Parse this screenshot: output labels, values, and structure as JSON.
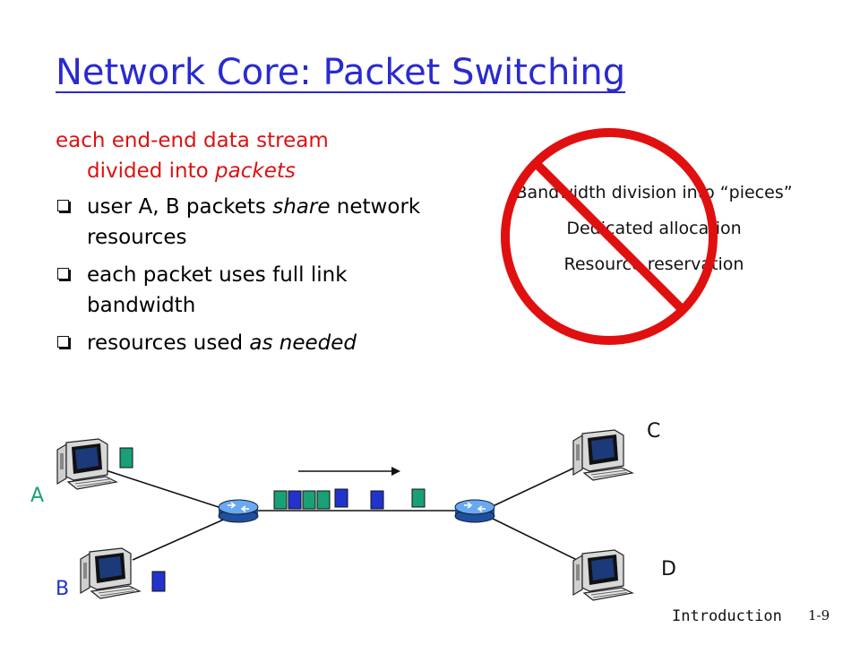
{
  "slide": {
    "title": "Network Core: Packet Switching",
    "lead_line1": "each end-end data stream",
    "lead_line2_prefix": "divided into ",
    "lead_line2_emph": "packets",
    "bullets": [
      {
        "pre": "user A, B packets ",
        "emph": "share",
        "post": " network resources"
      },
      {
        "pre": "each packet uses full link bandwidth",
        "emph": "",
        "post": ""
      },
      {
        "pre": "resources used ",
        "emph": "as needed",
        "post": ""
      }
    ],
    "not_used": [
      "Bandwidth division into “pieces”",
      "Dedicated allocation",
      "Resource reservation"
    ],
    "hosts": {
      "a": "A",
      "b": "B",
      "c": "C",
      "d": "D"
    },
    "footer": {
      "section": "Introduction",
      "page": "1-9"
    }
  },
  "colors": {
    "title": "#2a2ad0",
    "lead_text": "#dd1111",
    "prohibition": "#e01010",
    "packet_green": "#1aa078",
    "packet_blue": "#2233cc",
    "router": "#3a78d8"
  },
  "icons": [
    "computer-icon",
    "router-icon",
    "prohibition-sign-icon",
    "packet-icon",
    "arrow-icon"
  ]
}
